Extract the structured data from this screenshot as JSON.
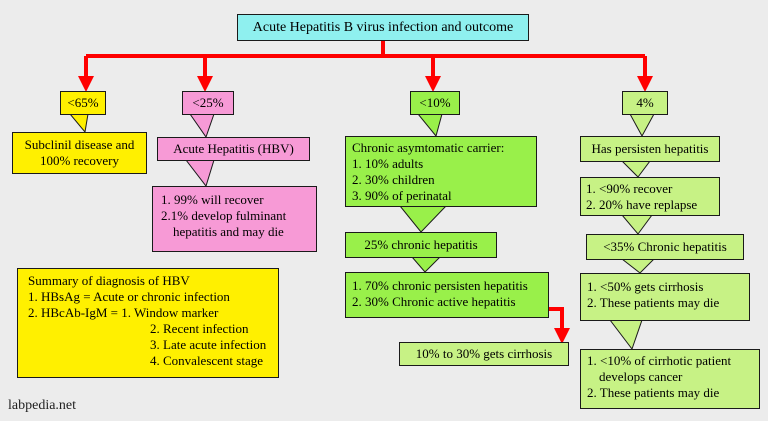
{
  "title": "Acute Hepatitis B virus infection and outcome",
  "branches": {
    "subclinical": {
      "pct": "<65%",
      "outcome": [
        "Subclinil disease and",
        "100% recovery"
      ]
    },
    "acute": {
      "pct": "<25%",
      "outcome": "Acute Hepatitis (HBV)",
      "details": [
        "1. 99% will recover",
        "2.1% develop fulminant",
        "hepatitis and may die"
      ]
    },
    "chronic_carrier": {
      "pct": "<10%",
      "outcome": [
        "Chronic asymtomatic carrier:",
        "1. 10% adults",
        "2. 30% children",
        "3. 90% of perinatal"
      ],
      "chronic": "25% chronic hepatitis",
      "types": [
        "1. 70% chronic persisten hepatitis",
        "2. 30% Chronic active hepatitis"
      ],
      "cirrhosis": "10% to 30% gets cirrhosis"
    },
    "persistent": {
      "pct": "4%",
      "outcome": "Has persisten hepatitis",
      "recovery": [
        "1. <90% recover",
        "2. 20% have replapse"
      ],
      "chronic": "<35% Chronic hepatitis",
      "cirrhosis": [
        "1. <50% gets cirrhosis",
        "2. These patients may die"
      ],
      "cancer": [
        "1. <10% of cirrhotic patient",
        "develops cancer",
        "2. These patients may die"
      ]
    }
  },
  "summary": {
    "heading": "Summary of diagnosis of HBV",
    "line1": "1. HBsAg = Acute or chronic infection",
    "line2": "2. HBcAb-IgM = 1. Window marker",
    "line3": "2. Recent infection",
    "line4": "3. Late acute infection",
    "line5": "4. Convalescent stage"
  },
  "watermark": "labpedia.net",
  "colors": {
    "title_bg": "#8ff0ef",
    "yellow": "#fff000",
    "pink": "#f79ad6",
    "green": "#99f04a",
    "light_green": "#c7f285",
    "arrow": "#ff0000"
  }
}
